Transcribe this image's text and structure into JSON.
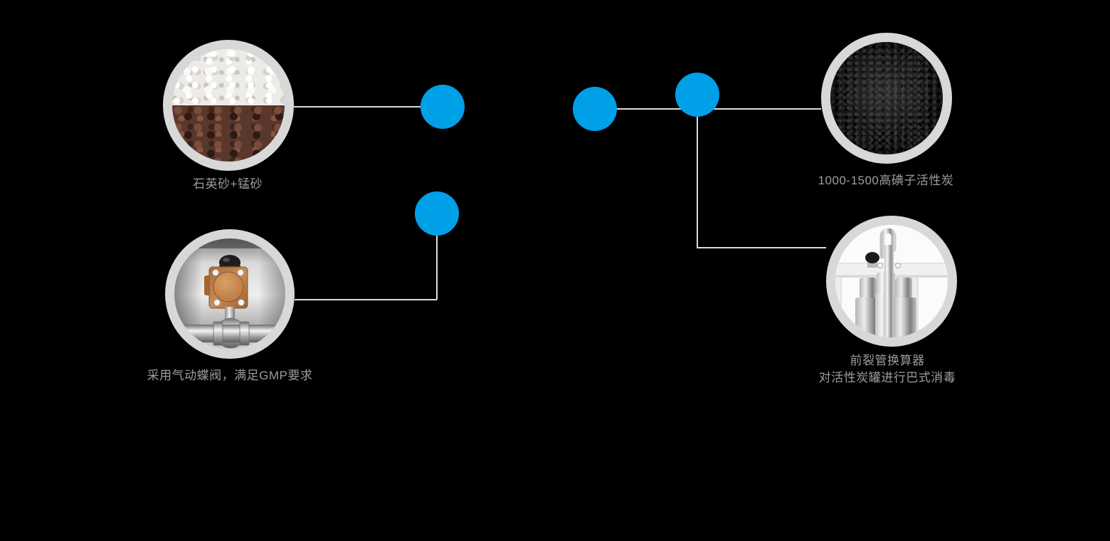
{
  "diagram": {
    "background_color": "#000000",
    "dot_color": "#00a0e9",
    "ring_color": "#d8d8d8",
    "line_color": "#dcdcdc",
    "label_color": "#9c9c9c"
  },
  "callouts": [
    {
      "id": "quartz-manganese-sand",
      "label": "石英砂+锰砂"
    },
    {
      "id": "pneumatic-valve",
      "label": "采用气动蝶阀，满足GMP要求"
    },
    {
      "id": "activated-carbon",
      "label": "1000-1500高碘子活性炭"
    },
    {
      "id": "heat-exchanger",
      "label_line1": "前裂管换算器",
      "label_line2": "对活性炭罐进行巴式消毒"
    }
  ],
  "icons": {
    "dot1": "connector-dot",
    "dot2": "connector-dot",
    "dot3": "connector-dot",
    "dot4": "connector-dot"
  }
}
